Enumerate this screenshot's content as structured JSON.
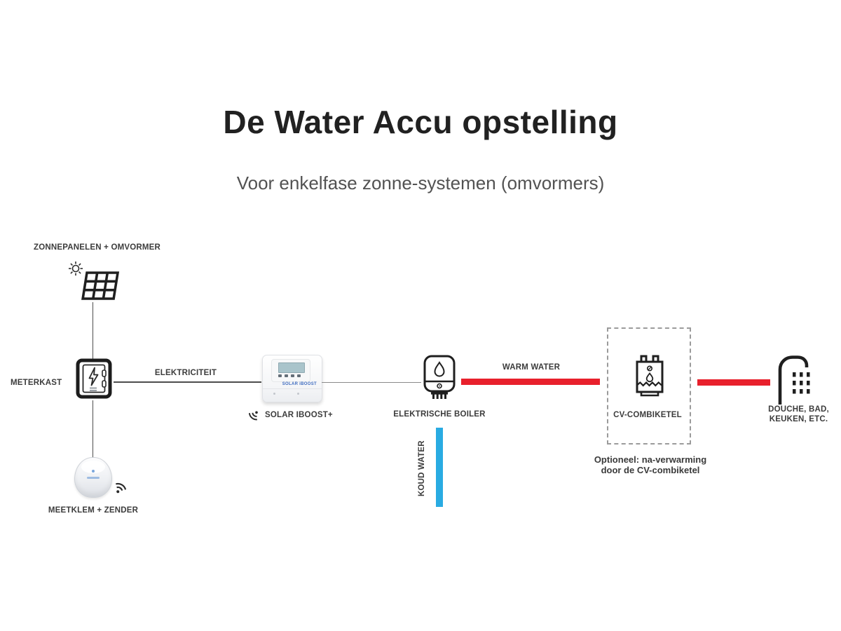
{
  "page": {
    "title": "De Water Accu opstelling",
    "subtitle": "Voor enkelfase zonne-systemen (omvormers)"
  },
  "colors": {
    "warm_water": "#e8202c",
    "koud_water": "#29abe2",
    "connector_line": "#4d4d4d"
  },
  "nodes": {
    "zonnepanelen": {
      "label": "ZONNEPANELEN + OMVORMER"
    },
    "meterkast": {
      "label": "METERKAST"
    },
    "meetklem": {
      "label": "MEETKLEM + ZENDER"
    },
    "solar_iboost": {
      "label": "SOLAR IBOOST+",
      "device_badge": "SOLAR iBOOST"
    },
    "elektrische_boiler": {
      "label": "ELEKTRISCHE BOILER"
    },
    "cv_combiketel": {
      "label": "CV-COMBIKETEL",
      "note_line1": "Optioneel: na-verwarming",
      "note_line2": "door de CV-combiketel"
    },
    "douche": {
      "label_line1": "DOUCHE, BAD,",
      "label_line2": "KEUKEN, ETC."
    }
  },
  "connections": {
    "elektriciteit": {
      "label": "ELEKTRICITEIT"
    },
    "warm_water": {
      "label": "WARM WATER"
    },
    "koud_water": {
      "label": "KOUD WATER"
    }
  }
}
